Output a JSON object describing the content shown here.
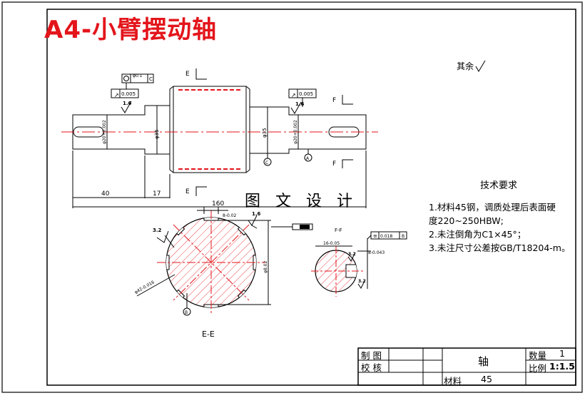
{
  "title": "A4-小臂摆动轴",
  "watermark": "图 文 设 计",
  "roughness_note": "其余",
  "tech_requirements": {
    "heading": "技术要求",
    "items": [
      "1.材料45钢，调质处理后表面硬",
      "度220~250HBW;",
      "2.未注倒角为C1×45°；",
      "3.未注尺寸公差按GB/T18204-m。"
    ]
  },
  "title_block": {
    "drawn_label": "制 图",
    "checked_label": "校 核",
    "part_name": "轴",
    "quantity_label": "数量",
    "quantity_value": "1",
    "scale_label": "比例",
    "scale_value": "1:1.5",
    "material_label": "材料",
    "material_value": "45"
  },
  "dimensions": {
    "d1": "40",
    "d2": "17",
    "overall": "160",
    "dia_left": "φ20+0.002",
    "dia_shoulder": "φ35",
    "dia_mid": "φ35",
    "dia_right": "φ20+0.002",
    "section_height": "φ8.02",
    "section_key": "8-0.02",
    "section_dia": "φ42-0.016",
    "ff_width": "16-0.05",
    "ff_key": "8-0.043"
  },
  "tolerance_frames": {
    "position": "φ0.1",
    "position_ref": "C",
    "runout_left": "0.005",
    "runout_right": "0.005",
    "symmetry": "0.018",
    "symmetry_ref": "B"
  },
  "roughness": {
    "left": "1.6",
    "right": "1.6",
    "sec1": "3.2",
    "sec2": "1.6",
    "ff1": "3.2",
    "ff2": "3.2"
  },
  "datums": {
    "C": "C",
    "B": "B",
    "A": "A"
  },
  "section_labels": {
    "E_top": "E",
    "E_bottom": "E",
    "F_top": "F",
    "F_bottom": "F",
    "EE": "E-E",
    "FF": "F-F"
  },
  "colors": {
    "title": "#e3151b",
    "centerline": "#e3151b",
    "hatch": "#e3151b",
    "line": "#000000"
  }
}
